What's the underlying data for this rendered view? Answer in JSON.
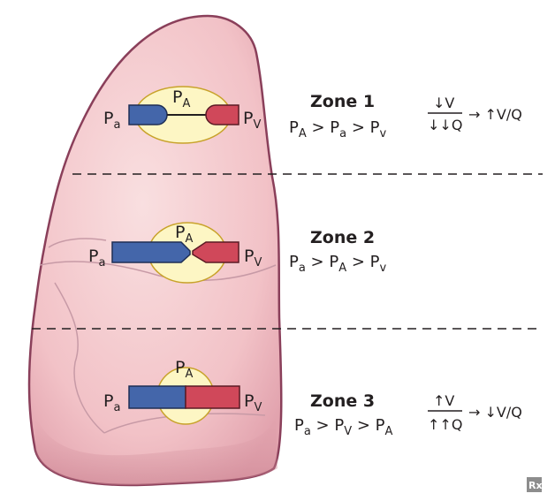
{
  "colors": {
    "lung_fill": "#f2c2c7",
    "lung_stroke": "#8a3f5a",
    "alveolus_fill": "#fdf6c4",
    "alveolus_stroke": "#c8a22a",
    "arterial": "#4466aa",
    "venous": "#d0485a"
  },
  "labels": {
    "pa": "P",
    "pa_sub": "a",
    "pA": "P",
    "pA_sub": "A",
    "pv": "P",
    "pv_sub": "V"
  },
  "zones": [
    {
      "title": "Zone 1",
      "relation": [
        "P",
        "A",
        " > P",
        "a",
        " > P",
        "v"
      ],
      "vq_num": "↓V",
      "vq_den": "↓↓Q",
      "vq_result": "→ ↑V/Q"
    },
    {
      "title": "Zone 2",
      "relation": [
        "P",
        "a",
        " > P",
        "A",
        " > P",
        "v"
      ]
    },
    {
      "title": "Zone 3",
      "relation": [
        "P",
        "a",
        " > P",
        "V",
        " > P",
        "A"
      ],
      "vq_num": "↑V",
      "vq_den": "↑↑Q",
      "vq_result": "→ ↓V/Q"
    }
  ],
  "logo_text": "Rx"
}
